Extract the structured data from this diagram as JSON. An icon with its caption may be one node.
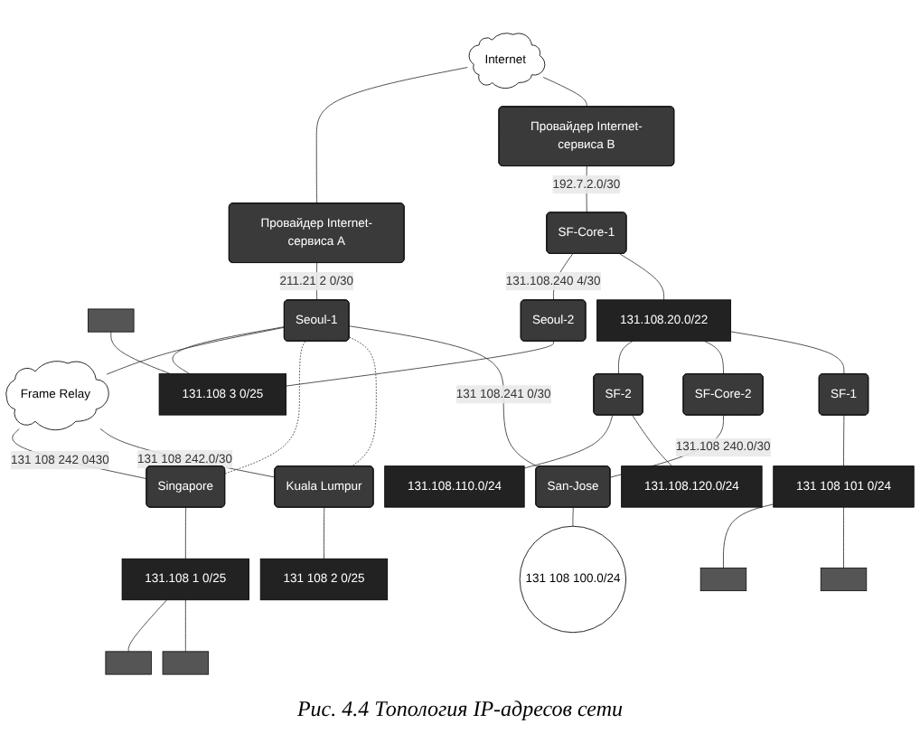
{
  "diagram": {
    "caption": "Рис. 4.4 Топология IP-адресов сети",
    "nodes": [
      {
        "text": [
          "Internet"
        ]
      },
      {
        "text": [
          "Провайдер Internet-сервиса A"
        ]
      },
      {
        "text": [
          "Провайдер Internet-сервиса B"
        ]
      },
      {
        "text": [],
        "shape": "box"
      },
      {
        "text": [],
        "shape": "box"
      },
      {
        "text": [],
        "shape": "box"
      },
      {
        "text": [
          "131.108 1 0/25"
        ]
      },
      {
        "text": [
          "Singapore"
        ]
      },
      {
        "text": [
          "Seoul-1"
        ]
      },
      {
        "text": [
          "Seoul-2"
        ]
      },
      {
        "text": [
          "131.108 3 0/25"
        ]
      },
      {
        "text": [
          "SF-Core-1"
        ]
      },
      {
        "text": [
          "SF-2"
        ]
      },
      {
        "text": [
          "131.108.20.0/22"
        ]
      },
      {
        "text": [
          "131.108.110.0/24"
        ]
      },
      {
        "text": [
          "131.108.120.0/24"
        ]
      },
      {
        "text": [
          "SF-Core-2"
        ]
      },
      {
        "text": [
          "SF-1"
        ]
      },
      {
        "text": [
          "131 108 101 0/24"
        ]
      },
      {
        "text": [],
        "shape": "box"
      },
      {
        "text": [],
        "shape": "box"
      },
      {
        "text": [
          "Frame Relay"
        ]
      },
      {
        "text": [
          "Kuala Lumpur"
        ]
      },
      {
        "text": [
          "131 108 2 0/25"
        ]
      },
      {
        "text": [
          "San-Jose"
        ]
      },
      {
        "text": [
          "131 108 100.0/24"
        ]
      }
    ],
    "edges": [
      {
        "from": 0,
        "to": 1,
        "arrow": "none"
      },
      {
        "from": 0,
        "to": 2,
        "arrow": "none"
      },
      {
        "from": 1,
        "to": 8,
        "arrow": "none",
        "label": "211.21 2 0/30"
      },
      {
        "from": 2,
        "to": 11,
        "arrow": "none",
        "label": "192.7.2.0/30"
      },
      {
        "from": 6,
        "to": 3,
        "arrow": "none"
      },
      {
        "from": 6,
        "to": 4,
        "arrow": "none"
      },
      {
        "from": 7,
        "to": 6,
        "arrow": "none"
      },
      {
        "from": 5,
        "to": 10,
        "arrow": "none"
      },
      {
        "from": 8,
        "to": 10,
        "arrow": "none"
      },
      {
        "from": 9,
        "to": 10,
        "arrow": "none"
      },
      {
        "from": 11,
        "to": 9,
        "arrow": "none",
        "label": "131.108.240 4/30"
      },
      {
        "from": 11,
        "to": 13,
        "arrow": "none"
      },
      {
        "from": 13,
        "to": 12,
        "arrow": "none"
      },
      {
        "from": 12,
        "to": 14,
        "arrow": "none"
      },
      {
        "from": 12,
        "to": 15,
        "arrow": "none"
      },
      {
        "from": 13,
        "to": 16,
        "arrow": "none"
      },
      {
        "from": 13,
        "to": 17,
        "arrow": "none"
      },
      {
        "from": 17,
        "to": 18,
        "arrow": "none"
      },
      {
        "from": 18,
        "to": 19,
        "arrow": "none"
      },
      {
        "from": 18,
        "to": 20,
        "arrow": "none"
      },
      {
        "from": 21,
        "to": 7,
        "arrow": "none",
        "label": "131 108 242 0430"
      },
      {
        "from": 8,
        "to": 21,
        "arrow": "none"
      },
      {
        "from": 21,
        "to": 22,
        "arrow": "none",
        "label": "131 108 242.0/30"
      },
      {
        "from": 8,
        "to": 7,
        "arrow": "none",
        "style": "dashed"
      },
      {
        "from": 8,
        "to": 22,
        "arrow": "none",
        "style": "dashed"
      },
      {
        "from": 22,
        "to": 23,
        "arrow": "none"
      },
      {
        "from": 8,
        "to": 24,
        "arrow": "none",
        "label": "131 108.241 0/30"
      },
      {
        "from": 16,
        "to": 24,
        "arrow": "none",
        "label": "131.108 240.0/30"
      },
      {
        "from": 24,
        "to": 25,
        "arrow": "none"
      }
    ]
  }
}
